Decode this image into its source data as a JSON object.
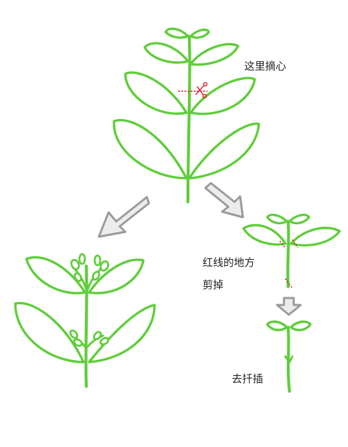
{
  "labels": {
    "pinch_here": "这里摘心",
    "cut_red_line": "红线的地方",
    "cut_off": "剪掉",
    "take_cutting": "去扦插"
  },
  "colors": {
    "stem": "#5fcd3a",
    "leaf_outline": "#5fcd3a",
    "arrow_fill": "#ececec",
    "arrow_stroke": "#9a9a9a",
    "cut_mark": "#e0162b",
    "text": "#222222"
  }
}
